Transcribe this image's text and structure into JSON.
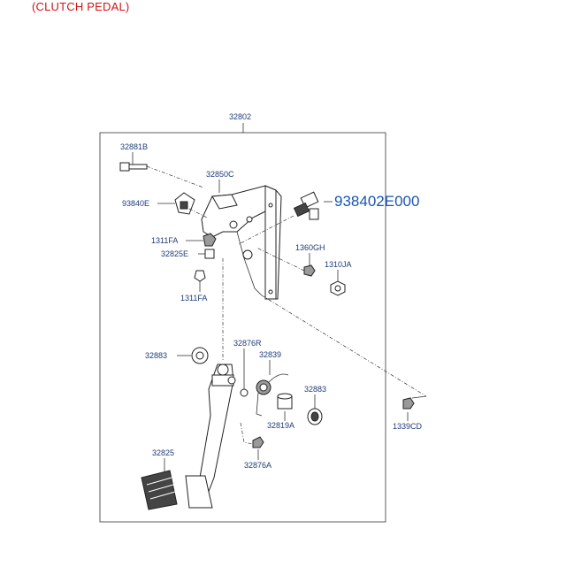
{
  "title": "(CLUTCH PEDAL)",
  "labels": {
    "assembly": "32802",
    "p32881B": "32881B",
    "p32850C": "32850C",
    "p93840E": "93840E",
    "highlight": "938402E000",
    "p1311FA_top": "1311FA",
    "p32825E": "32825E",
    "p1360GH": "1360GH",
    "p1310JA": "1310JA",
    "p1311FA_bot": "1311FA",
    "p32876R": "32876R",
    "p32883_left": "32883",
    "p32839": "32839",
    "p32883_right": "32883",
    "p32819A": "32819A",
    "p1339CD": "1339CD",
    "p32825": "32825",
    "p32876A": "32876A"
  }
}
